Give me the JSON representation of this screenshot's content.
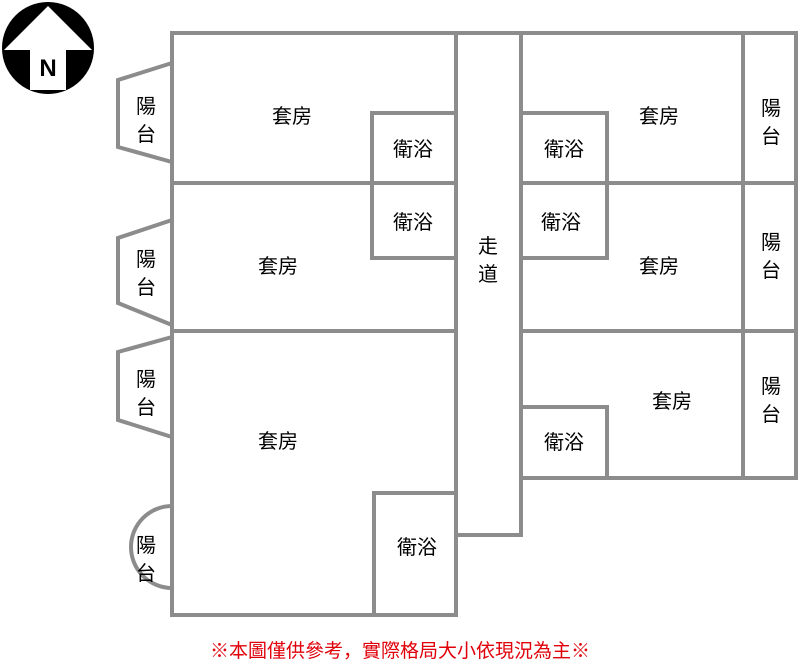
{
  "compass": {
    "label": "N",
    "icon": "north-arrow-icon"
  },
  "rooms": {
    "suite_nw": "套房",
    "bath_nw": "衛浴",
    "suite_w_mid": "套房",
    "bath_w_mid": "衛浴",
    "suite_sw": "套房",
    "bath_sw": "衛浴",
    "suite_ne": "套房",
    "bath_ne": "衛浴",
    "suite_e_mid": "套房",
    "bath_e_mid": "衛浴",
    "suite_se": "套房",
    "bath_se": "衛浴"
  },
  "balconies": {
    "w1": [
      "陽",
      "台"
    ],
    "w2": [
      "陽",
      "台"
    ],
    "w3": [
      "陽",
      "台"
    ],
    "w4": [
      "陽",
      "台"
    ],
    "e1": [
      "陽",
      "台"
    ],
    "e2": [
      "陽",
      "台"
    ],
    "e3": [
      "陽",
      "台"
    ]
  },
  "corridor": [
    "走",
    "道"
  ],
  "disclaimer": "※本圖僅供參考，實際格局大小依現況為主※",
  "colors": {
    "wall": "#8c8c8c",
    "text": "#000000",
    "disclaimer": "#e0000a"
  }
}
